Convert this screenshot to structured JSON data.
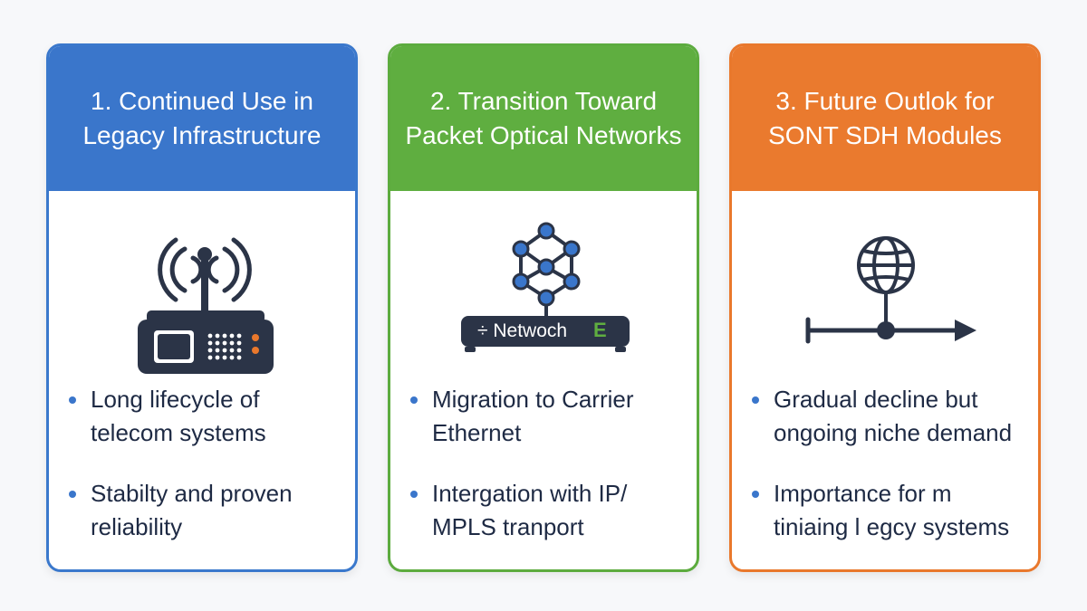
{
  "cards": [
    {
      "title": "1. Continued Use in\nLegacy Infrastructure",
      "icon": "radio-transmitter-icon",
      "bullets": [
        "Long lifecycle of\ntelecom systems",
        "Stabilty and proven\nreliability"
      ]
    },
    {
      "title": "2. Transition Toward\nPacket Optical Networks",
      "icon": "network-switch-icon",
      "device_label": "÷ Netwoch",
      "device_badge": "E",
      "bullets": [
        "Migration to Carrier\nEthernet",
        "Intergation with IP/\nMPLS tranport"
      ]
    },
    {
      "title": "3. Future Outlok for\nSONT SDH Modules",
      "icon": "globe-arrow-icon",
      "bullets": [
        "Gradual decline but\nongoing niche demand",
        "Importance for m\ntiniaing l egcy systems"
      ]
    }
  ],
  "colors": {
    "blue": "#3a76cb",
    "green": "#5fae40",
    "orange": "#ea7a2e",
    "icon_dark": "#2b3447"
  }
}
